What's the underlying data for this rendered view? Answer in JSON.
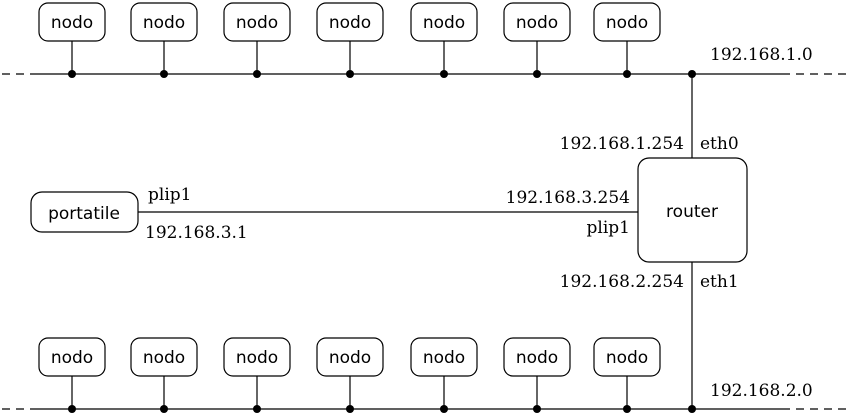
{
  "networks": {
    "top": {
      "address": "192.168.1.0",
      "nodes": [
        "nodo",
        "nodo",
        "nodo",
        "nodo",
        "nodo",
        "nodo",
        "nodo"
      ]
    },
    "bottom": {
      "address": "192.168.2.0",
      "nodes": [
        "nodo",
        "nodo",
        "nodo",
        "nodo",
        "nodo",
        "nodo",
        "nodo"
      ]
    }
  },
  "router": {
    "label": "router",
    "eth0": {
      "iface": "eth0",
      "ip": "192.168.1.254"
    },
    "eth1": {
      "iface": "eth1",
      "ip": "192.168.2.254"
    },
    "plip": {
      "iface": "plip1",
      "ip": "192.168.3.254"
    }
  },
  "laptop": {
    "label": "portatile",
    "iface": "plip1",
    "ip": "192.168.3.1"
  },
  "colors": {
    "line": "#000000",
    "background": "#ffffff"
  }
}
